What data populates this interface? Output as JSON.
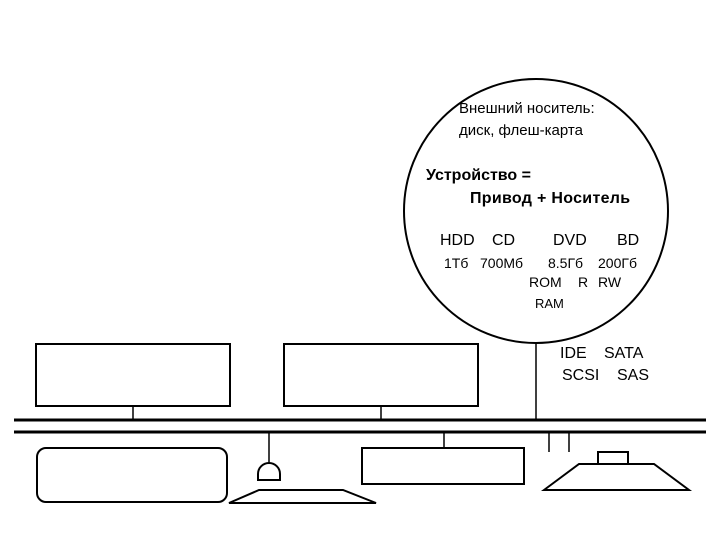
{
  "bubble": {
    "external_media": [
      "Внешний носитель:",
      "диск, флеш-карта"
    ],
    "formula": [
      "Устройство =",
      "Привод + Носитель"
    ],
    "media_types": [
      "HDD",
      "CD",
      "DVD",
      "BD"
    ],
    "capacities": [
      "1Тб",
      "700Мб",
      "8.5Гб",
      "200Гб"
    ],
    "cd_variants": [
      "ROM",
      "R",
      "RW",
      "RAM"
    ]
  },
  "interfaces": [
    "IDE",
    "SATA",
    "SCSI",
    "SAS"
  ],
  "colors": {
    "line": "#000000",
    "background": "#ffffff"
  }
}
